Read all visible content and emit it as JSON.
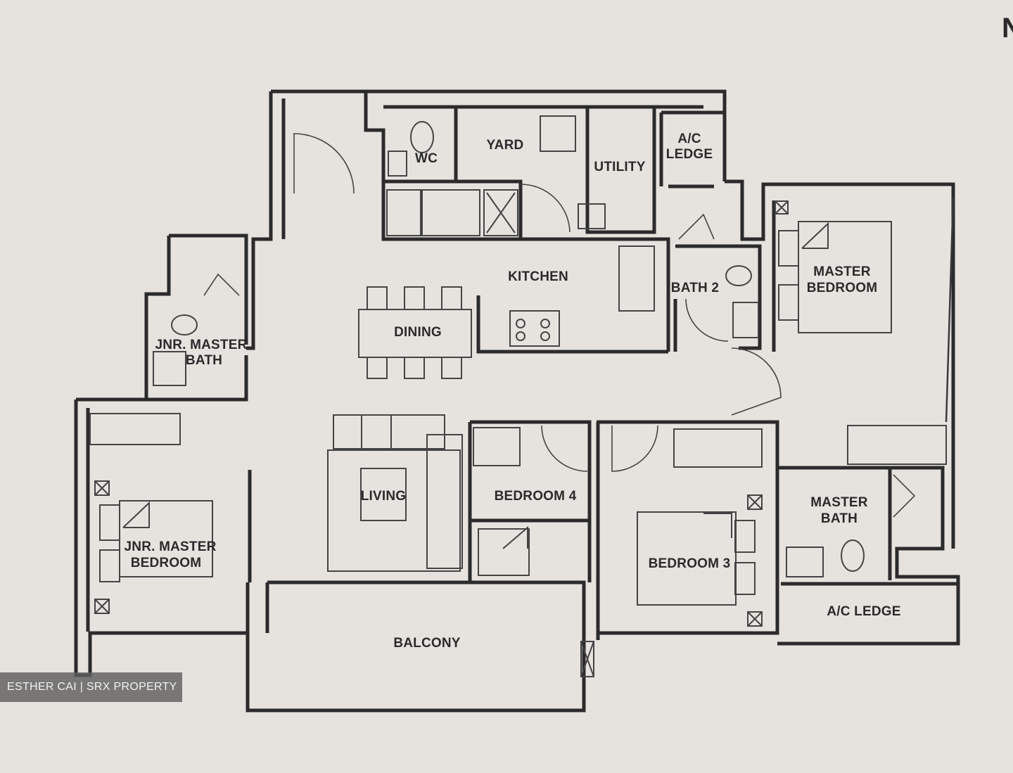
{
  "north_marker": "N",
  "rooms": {
    "wc": "WC",
    "yard": "YARD",
    "utility": "UTILITY",
    "ac_ledge_top_1": "A/C",
    "ac_ledge_top_2": "LEDGE",
    "kitchen": "KITCHEN",
    "dining": "DINING",
    "bath2": "BATH 2",
    "master_bedroom_1": "MASTER",
    "master_bedroom_2": "BEDROOM",
    "jnr_master_bath_1": "JNR. MASTER",
    "jnr_master_bath_2": "BATH",
    "living": "LIVING",
    "bedroom4": "BEDROOM 4",
    "bedroom3": "BEDROOM 3",
    "master_bath_1": "MASTER",
    "master_bath_2": "BATH",
    "jnr_master_bedroom_1": "JNR. MASTER",
    "jnr_master_bedroom_2": "BEDROOM",
    "ac_ledge_bottom": "A/C LEDGE",
    "balcony": "BALCONY"
  },
  "watermark": "ESTHER CAI | SRX PROPERTY"
}
